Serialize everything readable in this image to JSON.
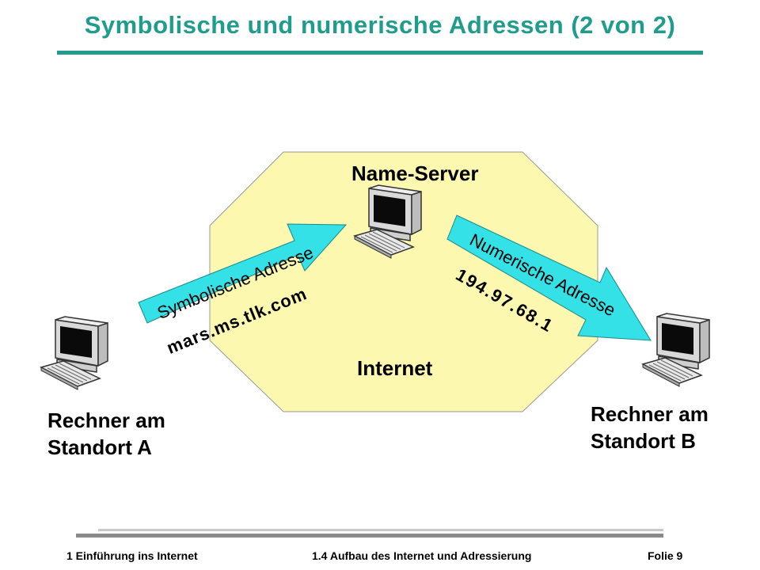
{
  "title": "Symbolische und numerische Adressen (2 von 2)",
  "diagram": {
    "name_server": "Name-Server",
    "internet": "Internet",
    "arrow_symbolic": "Symbolische Adresse",
    "arrow_numeric": "Numerische Adresse",
    "symbolic_address": "mars.ms.tlk.com",
    "numeric_address": "194.97.68.1",
    "host_a": [
      "Rechner am",
      "Standort A"
    ],
    "host_b": [
      "Rechner am",
      "Standort B"
    ],
    "colors": {
      "cloud": "#fcf8b0",
      "arrow": "#33e1e6",
      "accent": "#1f9c8c"
    },
    "icons": [
      "computer-icon",
      "computer-icon",
      "computer-icon"
    ]
  },
  "footer": {
    "chapter": "1 Einführung ins Internet",
    "section": "1.4 Aufbau des Internet und Adressierung",
    "slide": "Folie 9"
  }
}
